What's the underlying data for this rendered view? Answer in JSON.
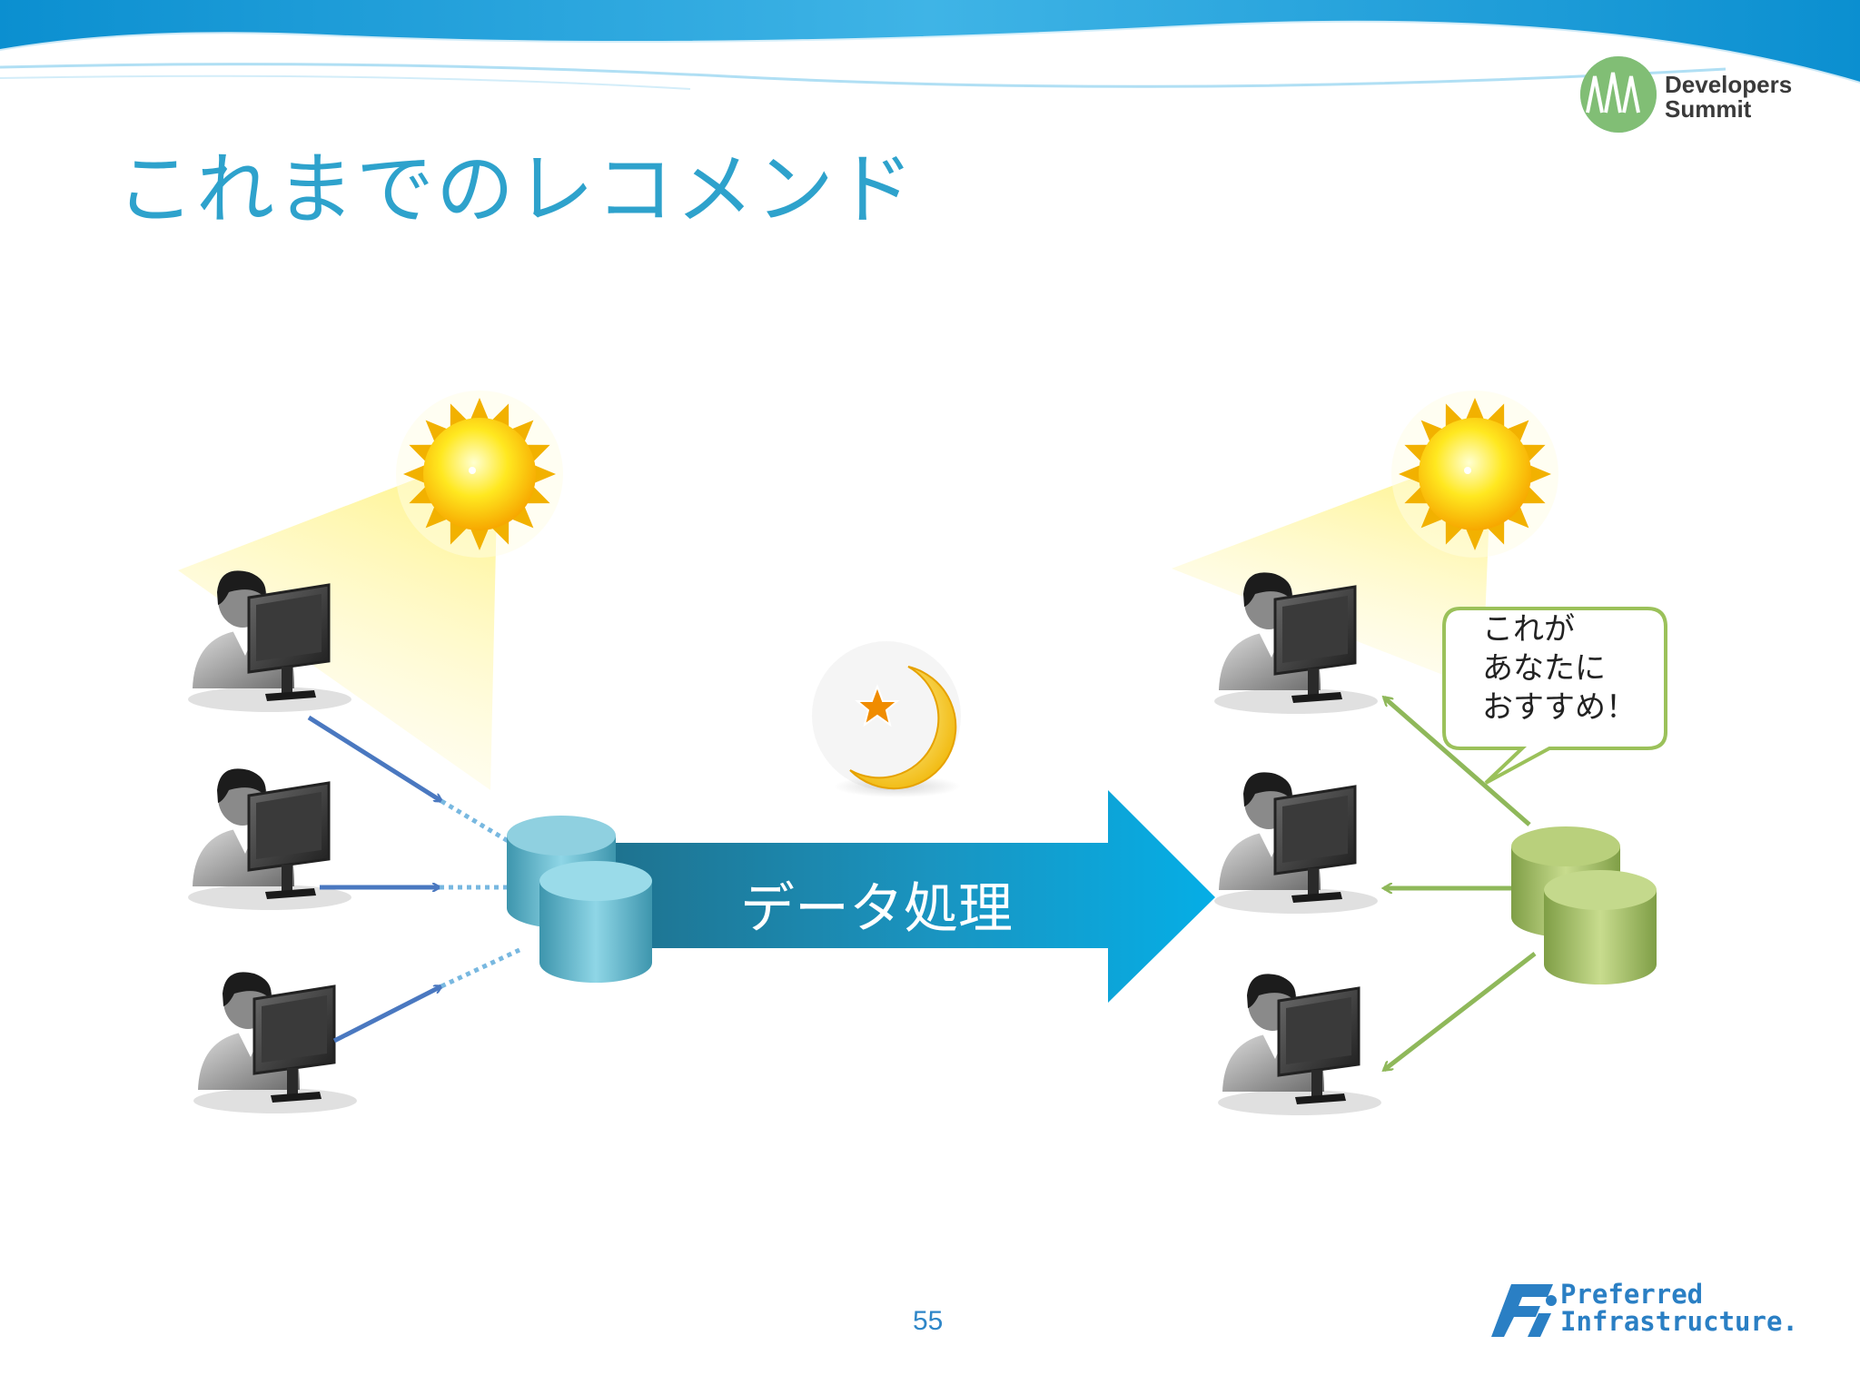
{
  "slide": {
    "title": "これまでのレコメンド",
    "page_number": "55"
  },
  "logos": {
    "event_line1": "Developers",
    "event_line2": "Summit",
    "company_line1": "Preferred",
    "company_line2": "Infrastructure."
  },
  "diagram": {
    "process_label": "データ処理",
    "bubble_lines": [
      "これが",
      "あなたに",
      "おすすめ！"
    ]
  },
  "colors": {
    "title": "#2ea2cc",
    "big_arrow": "#0aa6dc",
    "left_arrows": "#4a78c0",
    "right_arrows": "#8fb85a",
    "left_database": "#5fb6c8",
    "right_database": "#a9c46c",
    "bubble_border": "#9bc15a"
  },
  "icons": {
    "day": "sun-icon",
    "night": "moon-star-icon",
    "user": "user-at-computer-icon",
    "database": "database-icon"
  }
}
